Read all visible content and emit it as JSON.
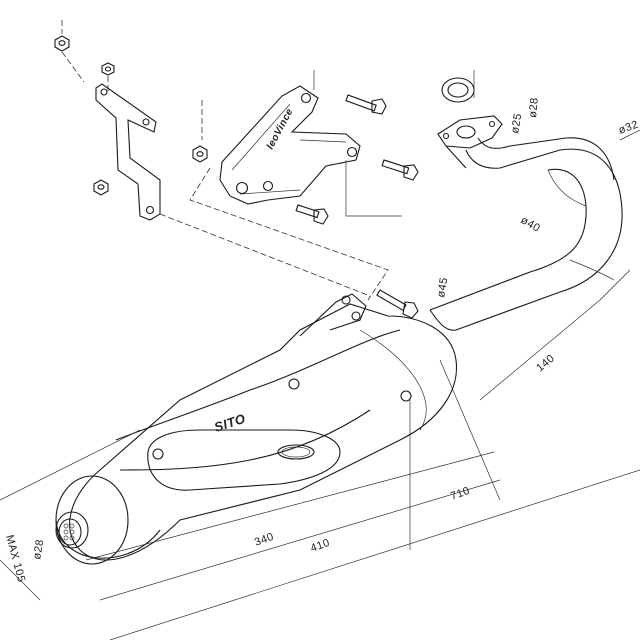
{
  "logo": {
    "brand": "SITO"
  },
  "bracket_logo": {
    "brand": "leoVince"
  },
  "dimensions": {
    "d28_top": "ø28",
    "d25": "ø25",
    "d32": "ø32",
    "d40": "ø40",
    "d45": "ø45",
    "l140": "140",
    "l340": "340",
    "l410": "410",
    "l710": "710",
    "d28_outlet": "ø28",
    "max105": "MAX 105"
  }
}
